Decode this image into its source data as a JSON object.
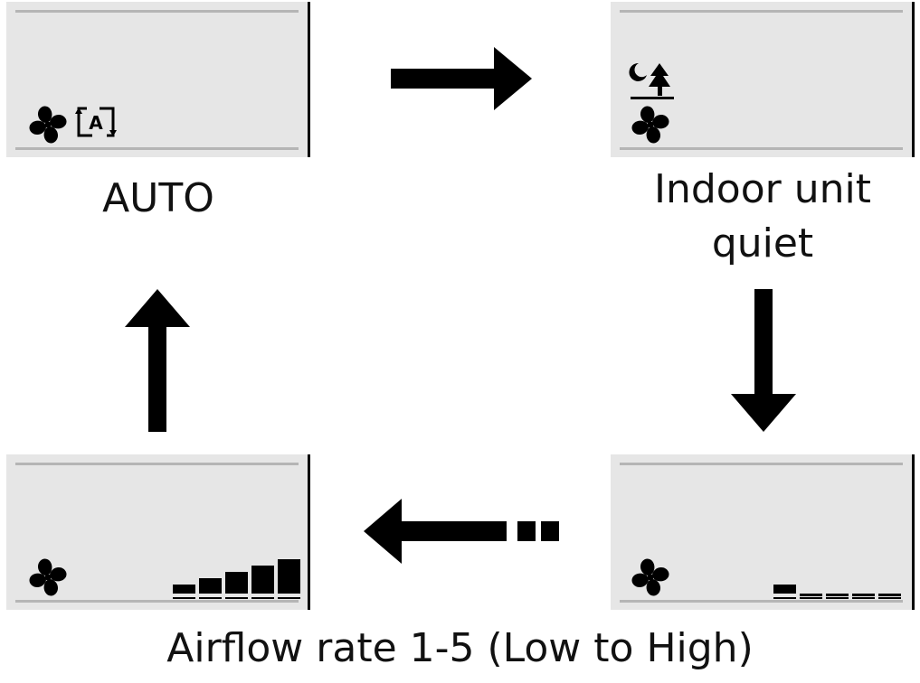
{
  "modes": {
    "auto": {
      "label": "AUTO",
      "icon": "fan-auto-icon"
    },
    "quiet": {
      "label_line1": "Indoor unit",
      "label_line2": "quiet",
      "icon": "night-quiet-fan-icon"
    },
    "low": {
      "icon": "fan-icon",
      "level": 1,
      "max_level": 5
    },
    "high": {
      "icon": "fan-icon",
      "level": 5,
      "max_level": 5
    }
  },
  "airflow_caption": "Airflow rate 1-5 (Low to High)",
  "auto_badge_letter": "A",
  "colors": {
    "panel": "#e6e6e6",
    "panel_line": "#b5b5b5",
    "ink": "#000000"
  }
}
